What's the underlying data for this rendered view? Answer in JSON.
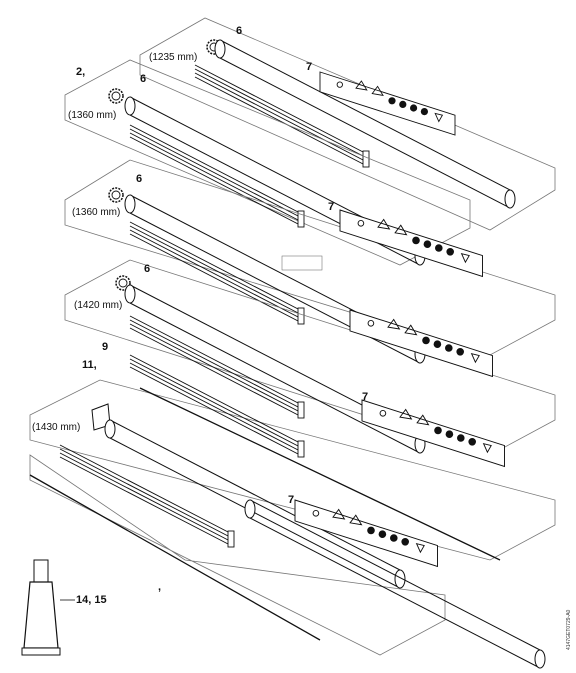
{
  "diagram": {
    "labels": {
      "item_6": "6",
      "item_7": "7",
      "item_2": "2,",
      "item_9": "9",
      "item_11": "11,",
      "item_14_15": "14, 15",
      "comma_mark": ","
    },
    "lengths": [
      "(1235 mm)",
      "(1360 mm)",
      "(1360 mm)",
      "(1420 mm)",
      "(1430 mm)"
    ],
    "drawing_code": "4147GET0729-A0"
  }
}
